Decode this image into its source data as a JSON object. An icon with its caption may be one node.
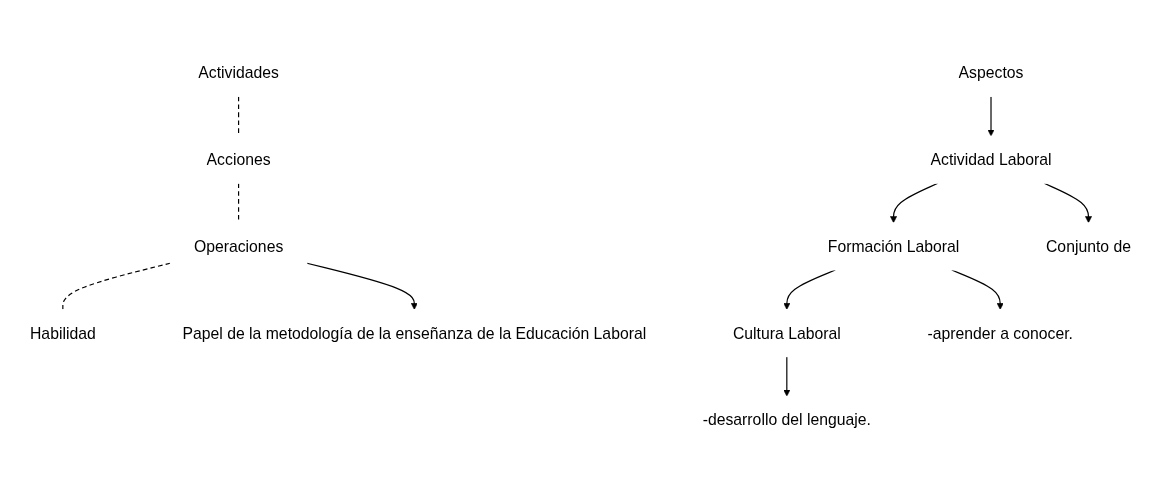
{
  "diagram": {
    "nodes": [
      {
        "text": [
          "Actividades"
        ]
      },
      {
        "text": [
          "Acciones"
        ]
      },
      {
        "text": [
          "Operaciones"
        ]
      },
      {
        "text": [
          "Habilidad"
        ]
      },
      {
        "text": [
          "Papel de la metodología de la enseñanza de la Educación Laboral"
        ]
      },
      {
        "text": [
          "Aspectos"
        ]
      },
      {
        "text": [
          "Actividad Laboral"
        ]
      },
      {
        "text": [
          "Formación Laboral"
        ]
      },
      {
        "text": [
          "Cultura Laboral"
        ]
      },
      {
        "text": [
          "Conjunto de"
        ]
      },
      {
        "text": [
          "-aprender a conocer."
        ]
      },
      {
        "text": [
          "-desarrollo del lenguaje."
        ]
      }
    ],
    "edges": [
      {
        "from": 0,
        "to": 1,
        "arrow": "none",
        "style": "dashed"
      },
      {
        "from": 1,
        "to": 2,
        "arrow": "none",
        "style": "dashed"
      },
      {
        "from": 2,
        "to": 3,
        "arrow": "none",
        "style": "dashed"
      },
      {
        "from": 2,
        "to": 4,
        "arrow": "to"
      },
      {
        "from": 5,
        "to": 6,
        "arrow": "to"
      },
      {
        "from": 6,
        "to": 7,
        "arrow": "to"
      },
      {
        "from": 7,
        "to": 8,
        "arrow": "to"
      },
      {
        "from": 6,
        "to": 9,
        "arrow": "to"
      },
      {
        "from": 7,
        "to": 10,
        "arrow": "to"
      },
      {
        "from": 8,
        "to": 11,
        "arrow": "to"
      }
    ]
  }
}
